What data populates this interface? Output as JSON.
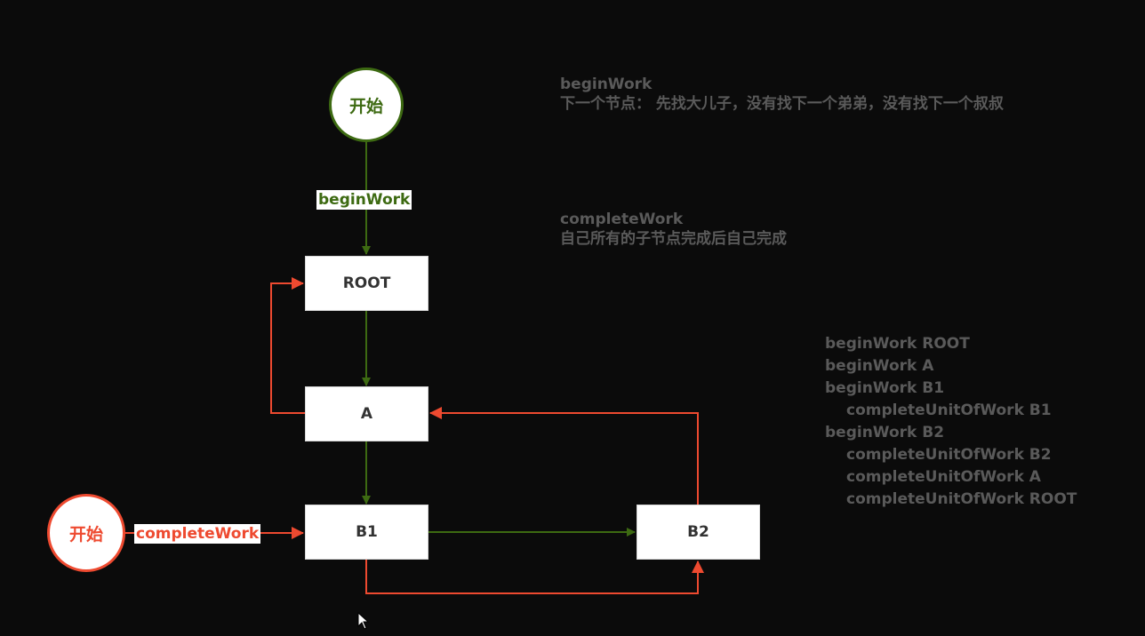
{
  "nodes": {
    "start_begin": "开始",
    "start_complete": "开始",
    "root": "ROOT",
    "a": "A",
    "b1": "B1",
    "b2": "B2"
  },
  "edge_labels": {
    "begin_work": "beginWork",
    "complete_work": "completeWork"
  },
  "notes": {
    "begin_title": "beginWork",
    "begin_desc": "下一个节点： 先找大儿子，没有找下一个弟弟，没有找下一个叔叔",
    "complete_title": "completeWork",
    "complete_desc": "自己所有的子节点完成后自己完成"
  },
  "sequence": [
    "beginWork ROOT",
    "beginWork A",
    "beginWork B1",
    "completeUnitOfWork B1",
    "beginWork B2",
    "completeUnitOfWork B2",
    "completeUnitOfWork A",
    "completeUnitOfWork ROOT"
  ],
  "colors": {
    "begin": "#3d6a12",
    "complete": "#ee4a30",
    "background": "#0b0b0b",
    "note_text": "#5a5a5a"
  }
}
